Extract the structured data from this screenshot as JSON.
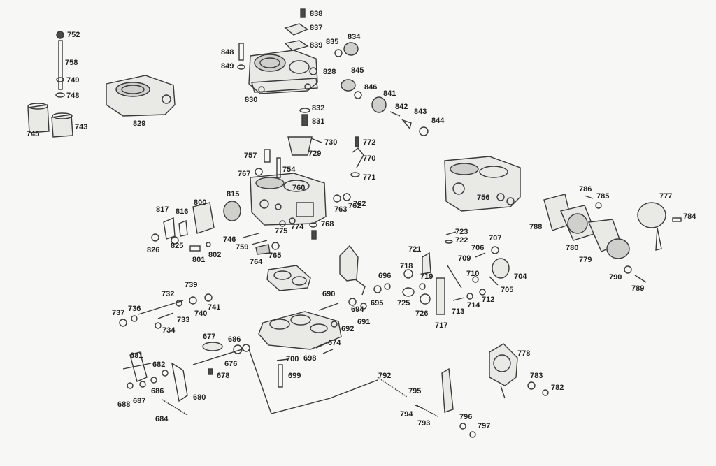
{
  "labels": [
    "838",
    "837",
    "839",
    "835",
    "834",
    "848",
    "849",
    "828",
    "830",
    "845",
    "846",
    "841",
    "842",
    "843",
    "844",
    "832",
    "831",
    "752",
    "758",
    "749",
    "748",
    "745",
    "743",
    "829",
    "730",
    "729",
    "772",
    "770",
    "771",
    "757",
    "754",
    "767",
    "760",
    "815",
    "763",
    "762",
    "800",
    "817",
    "816",
    "826",
    "825",
    "801",
    "802",
    "746",
    "775",
    "774",
    "768",
    "759",
    "764",
    "765",
    "756",
    "786",
    "785",
    "777",
    "784",
    "788",
    "780",
    "779",
    "790",
    "789",
    "723",
    "722",
    "707",
    "706",
    "709",
    "721",
    "718",
    "719",
    "710",
    "704",
    "705",
    "712",
    "714",
    "713",
    "725",
    "726",
    "717",
    "696",
    "695",
    "694",
    "691",
    "690",
    "692",
    "674",
    "762",
    "732",
    "739",
    "740",
    "741",
    "733",
    "734",
    "737",
    "736",
    "677",
    "686",
    "676",
    "678",
    "681",
    "682",
    "686",
    "687",
    "688",
    "680",
    "684",
    "700",
    "698",
    "699",
    "792",
    "795",
    "794",
    "793",
    "796",
    "797",
    "778",
    "783",
    "782"
  ]
}
